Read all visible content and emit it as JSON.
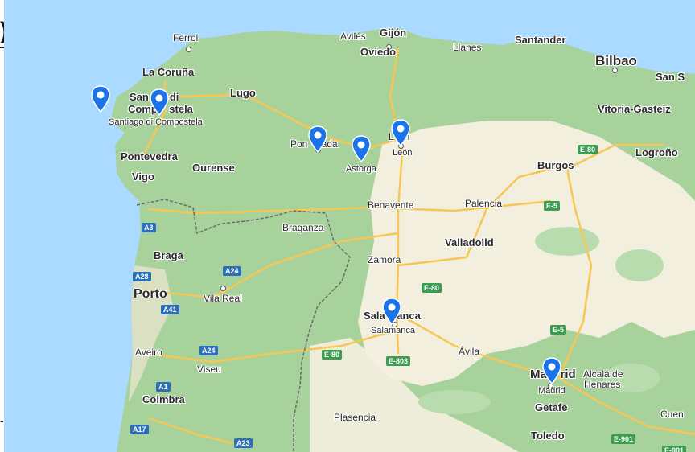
{
  "map": {
    "colors": {
      "water": "#aadaff",
      "land_green": "#a8d29c",
      "land_light": "#f5f0e1",
      "road_major": "#f7c755",
      "border": "#6b6b6b",
      "marker": "#1a73e8"
    },
    "cities": {
      "ferrol": "Ferrol",
      "aviles": "Avilés",
      "gijon": "Gijón",
      "oviedo": "Oviedo",
      "llanes": "Llanes",
      "santander": "Santander",
      "bilbao": "Bilbao",
      "san_sebastian_partial": "San S",
      "la_coruna": "La Coruña",
      "lugo": "Lugo",
      "santiago_line1": "San    o di",
      "santiago_line2": "Comp    stela",
      "santiago_sub": "Santiago di Compostela",
      "vitoria": "Vitoria-Gasteiz",
      "ponferrada": "Pon    rada",
      "leon": "L    n",
      "leon_sub": "León",
      "astorga": "Astorga",
      "logrono": "Logroño",
      "pontevedra": "Pontevedra",
      "vigo": "Vigo",
      "ourense": "Ourense",
      "burgos": "Burgos",
      "benavente": "Benavente",
      "palencia": "Palencia",
      "braganza": "Braganza",
      "valladolid": "Valladolid",
      "braga": "Braga",
      "zamora": "Zamora",
      "porto": "Porto",
      "vila_real": "Vila Real",
      "salamanca": "Sala    anca",
      "salamanca_sub": "Salamanca",
      "aveiro": "Aveiro",
      "viseu": "Viseu",
      "avila": "Ávila",
      "madrid": "Ma    rid",
      "madrid_sub": "Madrid",
      "alcala_line1": "Alcalá de",
      "alcala_line2": "Henares",
      "coimbra": "Coimbra",
      "getafe": "Getafe",
      "cuenca_partial": "Cuen",
      "plasencia": "Plasencia",
      "toledo": "Toledo"
    },
    "road_shields": {
      "e80_a": "E-80",
      "a3": "A3",
      "e5_a": "E-5",
      "a24_a": "A24",
      "a28": "A28",
      "e80_b": "E-80",
      "a41": "A41",
      "e5_b": "E-5",
      "a24_b": "A24",
      "e80_c": "E-80",
      "e803": "E-803",
      "a1": "A1",
      "a17": "A17",
      "a23": "A23",
      "e901": "E-901",
      "e901_b": "E-901"
    },
    "markers": [
      "location-pin",
      "location-pin",
      "location-pin",
      "location-pin",
      "location-pin",
      "location-pin",
      "location-pin"
    ]
  },
  "edge": {
    "top_glyph": ")",
    "bottom_glyph": "-"
  }
}
